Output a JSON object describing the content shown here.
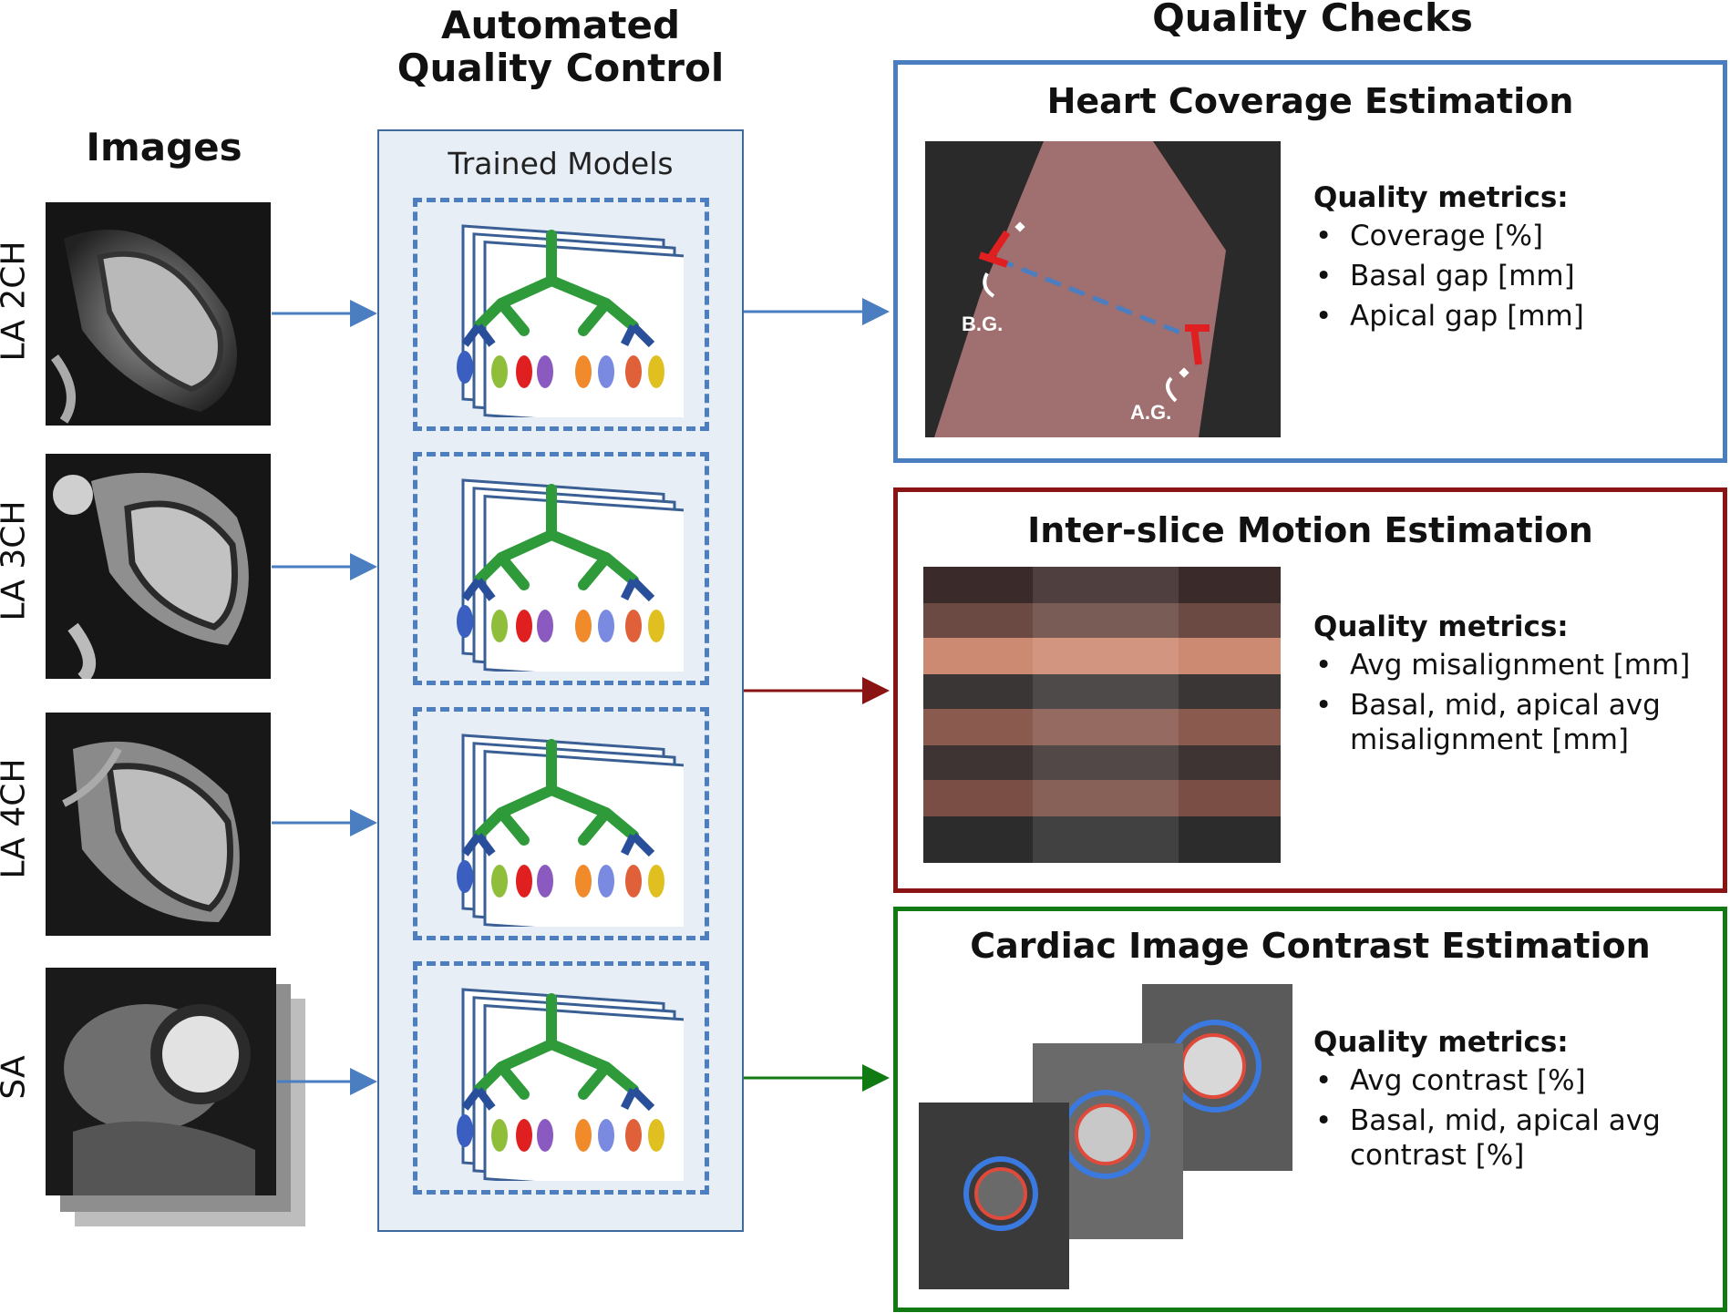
{
  "headings": {
    "images": "Images",
    "automated_qc": "Automated Quality Control",
    "quality_checks": "Quality Checks"
  },
  "center_panel": {
    "label": "Trained Models"
  },
  "image_views": [
    {
      "label": "LA 2CH"
    },
    {
      "label": "LA 3CH"
    },
    {
      "label": "LA 4CH"
    },
    {
      "label": "SA"
    }
  ],
  "checks": [
    {
      "title": "Heart Coverage Estimation",
      "border_color": "#4a7ec0",
      "metrics_title": "Quality metrics:",
      "metrics": [
        "Coverage [%]",
        "Basal gap [mm]",
        "Apical gap [mm]"
      ],
      "annotations": {
        "basal": "B.G.",
        "apical": "A.G."
      }
    },
    {
      "title": "Inter-slice Motion Estimation",
      "border_color": "#8a1414",
      "metrics_title": "Quality metrics:",
      "metrics": [
        "Avg misalignment [mm]",
        "Basal, mid, apical avg misalignment  [mm]"
      ]
    },
    {
      "title": "Cardiac Image Contrast Estimation",
      "border_color": "#127a12",
      "metrics_title": "Quality metrics:",
      "metrics": [
        "Avg contrast [%]",
        "Basal, mid, apical avg contrast [%]"
      ]
    }
  ],
  "colors": {
    "arrow_blue": "#4a7ec0",
    "arrow_red": "#8a1414",
    "arrow_green": "#127a12",
    "panel_fill": "#e8eef6",
    "dashed_border": "#4d7fc0"
  }
}
